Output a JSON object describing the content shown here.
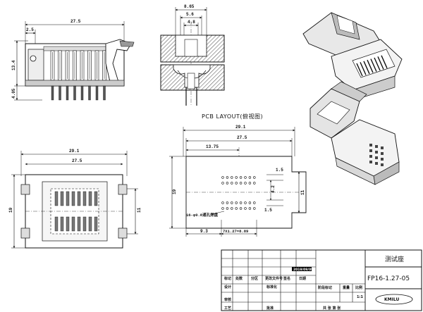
{
  "views": {
    "side": {
      "width": "27.5",
      "offset": "2.5",
      "height": "13.4",
      "pin_len": "4.05"
    },
    "section": {
      "w1": "8.65",
      "w2": "5.6",
      "w3": "4.8"
    },
    "bottom": {
      "w_outer": "29.1",
      "w_inner": "27.5",
      "h_left": "19",
      "h_right": "11"
    },
    "layout": {
      "caption": "PCB  LAYOUT(俯视图)",
      "w_outer": "29.1",
      "w_inner": "27.5",
      "w_half": "13.75",
      "h_left": "19",
      "h_right": "11",
      "pitch_v": "1.5",
      "pitch_mid": "4.2",
      "pitch_low": "1.5",
      "pad_note": "16-φ0.8通孔焊盘",
      "x_left": "9.3",
      "x_pins": "7X1.27=8.89"
    }
  },
  "title_block": {
    "product": "测试座",
    "part_no": "FP16-1.27-05",
    "logo": "KMILU",
    "date": "2019/09/09",
    "scale": "1:1",
    "hdr_mark": "标记",
    "hdr_count": "处数",
    "hdr_zone": "分区",
    "hdr_docno": "更改文件号",
    "hdr_sign": "签名",
    "hdr_date": "日期",
    "design": "设计",
    "standard": "标准化",
    "stage_mark": "阶段标记",
    "weight": "重量",
    "ratio": "比例",
    "review": "审核",
    "process": "工艺",
    "approve": "批准",
    "sheets": "共  张  第  张"
  }
}
